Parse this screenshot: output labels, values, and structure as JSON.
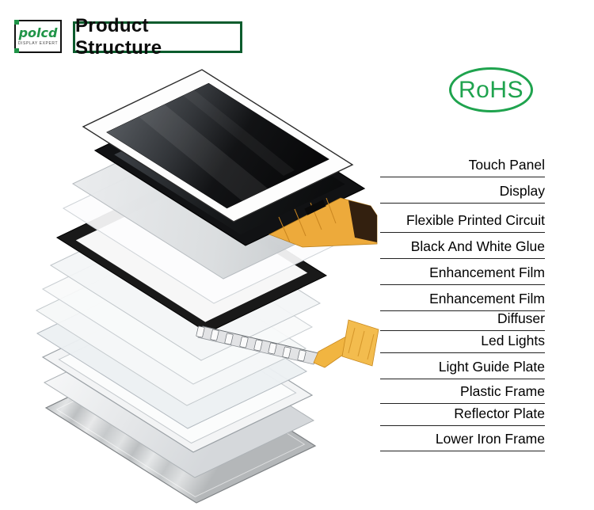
{
  "header": {
    "logo_text": "polcd",
    "logo_tagline": "DISPLAY EXPERT",
    "title": "Product Structure"
  },
  "certification": {
    "badge": "RoHS"
  },
  "colors": {
    "accent_green": "#1fa34e",
    "title_border_green": "#0b5c2d",
    "fpc_gold": "#edaa3b",
    "metal_gray": "#c2c5c7"
  },
  "labels": [
    "Touch Panel",
    "Display",
    "Flexible Printed Circuit",
    "Black And White Glue",
    "Enhancement Film",
    "Enhancement Film",
    "Diffuser",
    "Led Lights",
    "Light Guide Plate",
    "Plastic Frame",
    "Reflector Plate",
    "Lower Iron Frame"
  ]
}
